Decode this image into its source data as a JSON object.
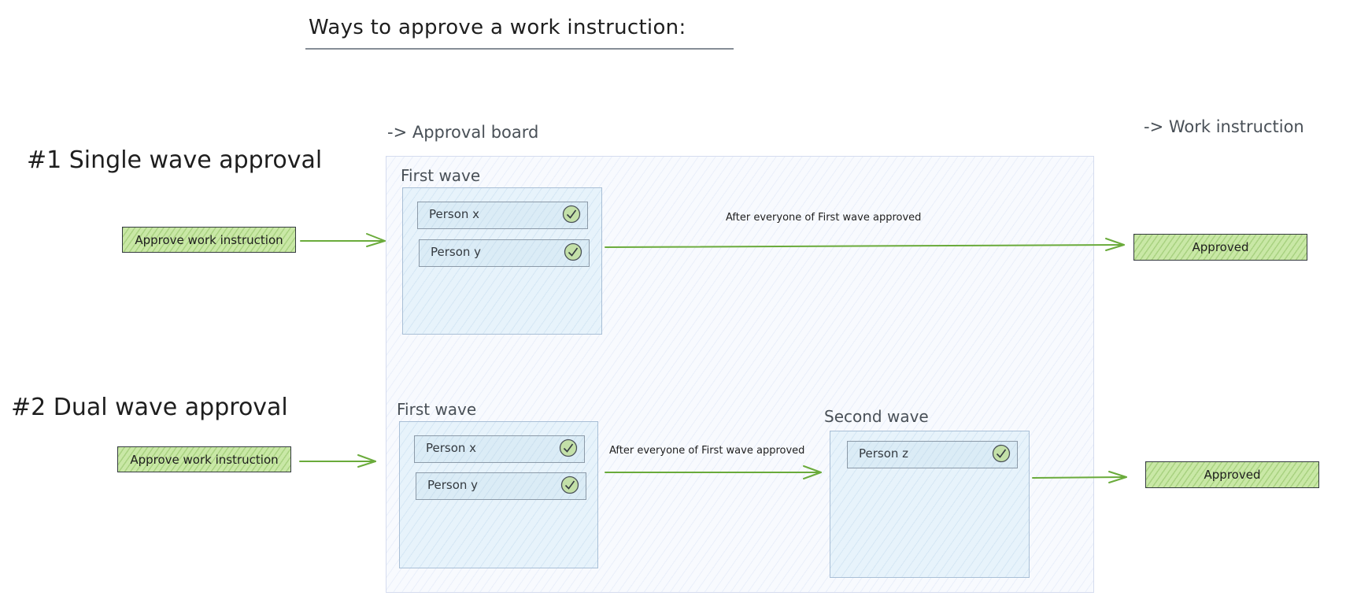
{
  "title": "Ways to approve a work instruction:",
  "labels": {
    "approval_board": "-> Approval board",
    "work_instruction": "-> Work instruction"
  },
  "sections": [
    {
      "heading": "#1 Single wave approval",
      "trigger_button": "Approve work instruction",
      "waves": [
        {
          "name": "First wave",
          "people": [
            "Person x",
            "Person y"
          ]
        }
      ],
      "transition_label": "After everyone of First wave approved",
      "result": "Approved"
    },
    {
      "heading": "#2 Dual wave approval",
      "trigger_button": "Approve work instruction",
      "waves": [
        {
          "name": "First wave",
          "people": [
            "Person x",
            "Person y"
          ]
        },
        {
          "name": "Second wave",
          "people": [
            "Person z"
          ]
        }
      ],
      "transition_label": "After everyone of First wave approved",
      "result": "Approved"
    }
  ],
  "colors": {
    "arrow": "#6aab3b",
    "button_fill": "#c9e8a6",
    "wave_fill": "#e7f3fb",
    "board_border": "#d5dcef"
  }
}
